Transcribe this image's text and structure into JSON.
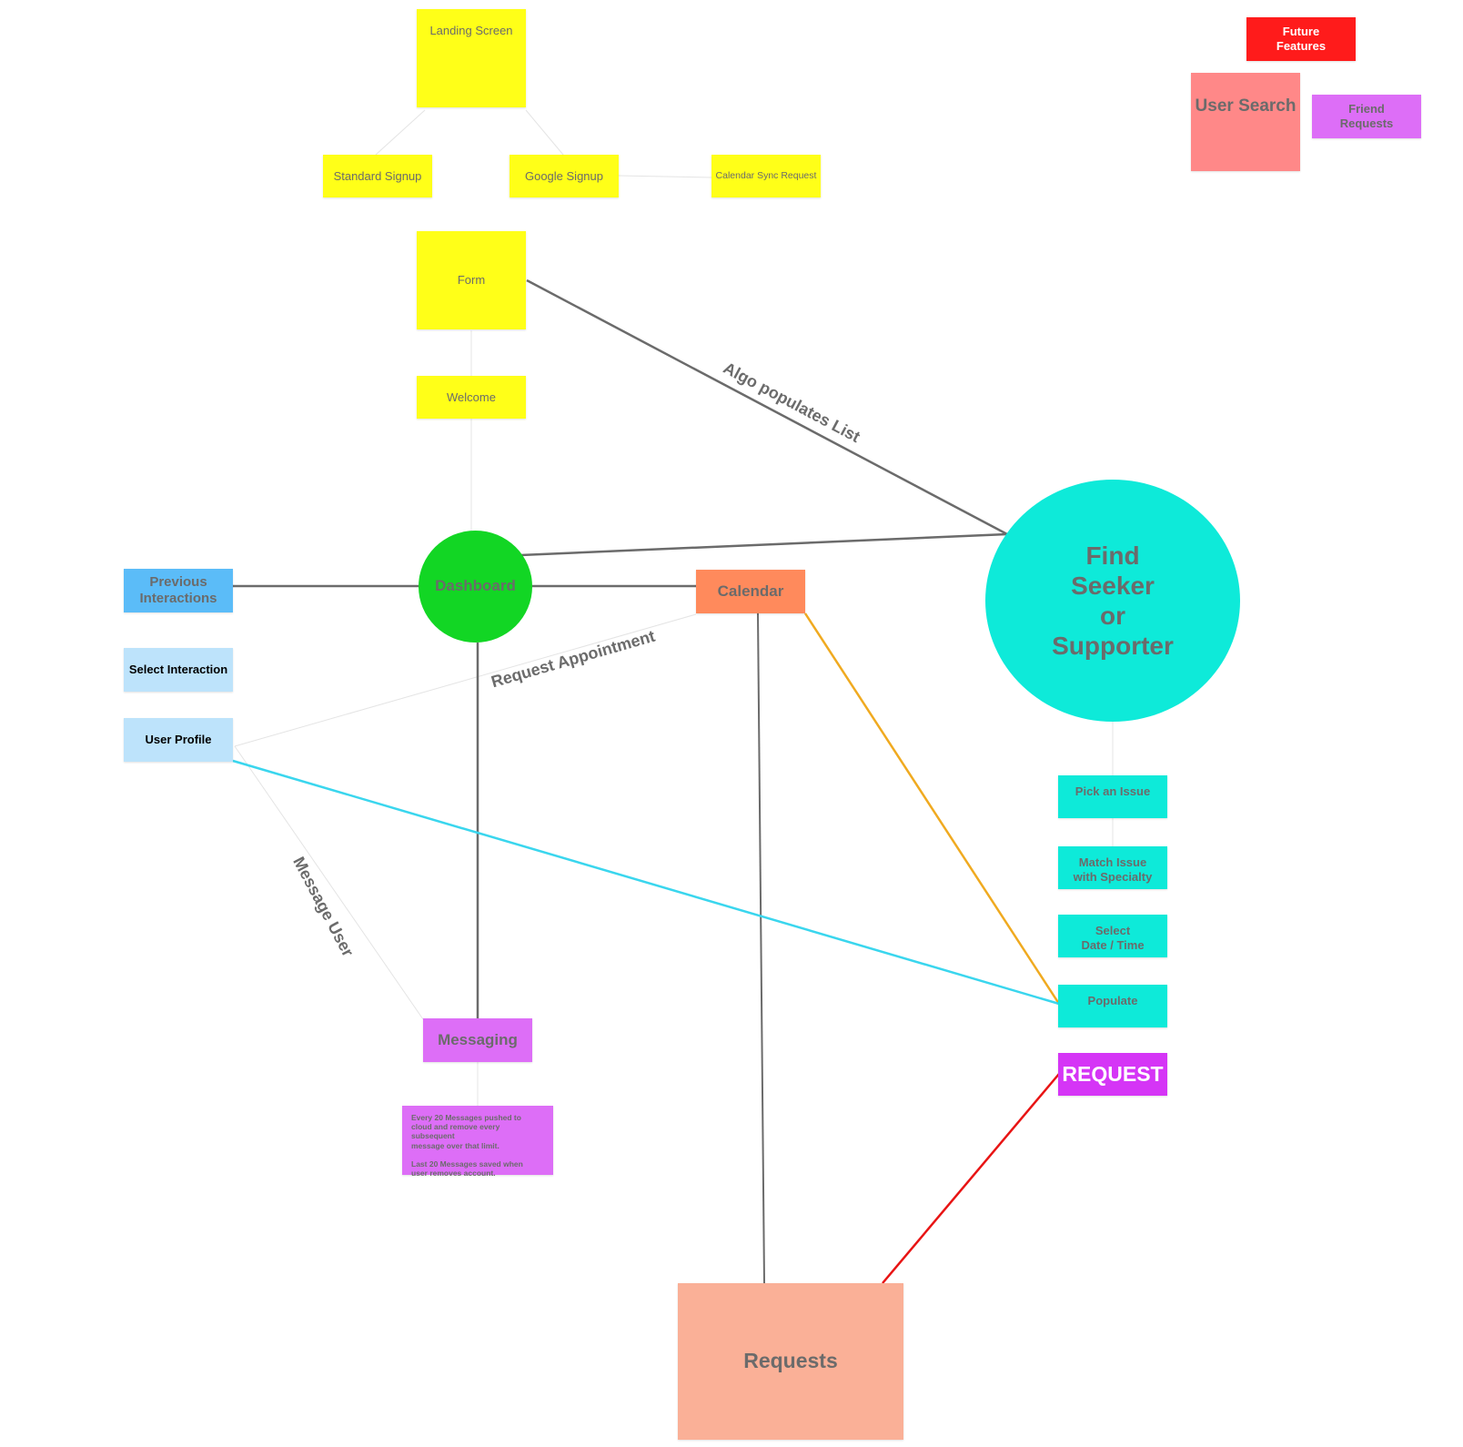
{
  "colors": {
    "yellow": "#ffff18",
    "green": "#12d624",
    "cyan": "#0eead9",
    "blue": "#5bbcf8",
    "light_blue": "#bde3fb",
    "calendar_orange": "#ff8a5c",
    "requests_salmon": "#fab097",
    "magenta": "#dd6ef7",
    "purple": "#d535f6",
    "red": "#ff1b1b",
    "pink": "#ff8888",
    "edge_gray": "#6b6b6b",
    "edge_faint": "#e4e4e4",
    "edge_orange": "#f0aa20",
    "edge_cyan": "#3ad6ee",
    "edge_red": "#e81414"
  },
  "nodes": {
    "landing_screen": "Landing Screen",
    "standard_signup": "Standard Signup",
    "google_signup": "Google Signup",
    "calendar_sync_request": "Calendar Sync Request",
    "form": "Form",
    "welcome": "Welcome",
    "dashboard": "Dashboard",
    "previous_interactions": "Previous\nInteractions",
    "select_interaction": "Select Interaction",
    "user_profile": "User Profile",
    "calendar": "Calendar",
    "find_seeker": "Find\nSeeker\nor\nSupporter",
    "pick_issue": "Pick an Issue",
    "match_issue": "Match Issue\nwith Specialty",
    "select_date": "Select\nDate / Time",
    "populate": "Populate",
    "request": "REQUEST",
    "messaging": "Messaging",
    "messaging_note": "Every 20 Messages pushed to\ncloud and remove every subsequent\nmessage over that limit.\n\nLast 20 Messages saved when\nuser removes account.",
    "requests": "Requests",
    "future_features": "Future\nFeatures",
    "user_search": "User Search",
    "friend_requests": "Friend\nRequests"
  },
  "edge_labels": {
    "algo": "Algo populates List",
    "request_appointment": "Request Appointment",
    "message_user": "Message User"
  }
}
